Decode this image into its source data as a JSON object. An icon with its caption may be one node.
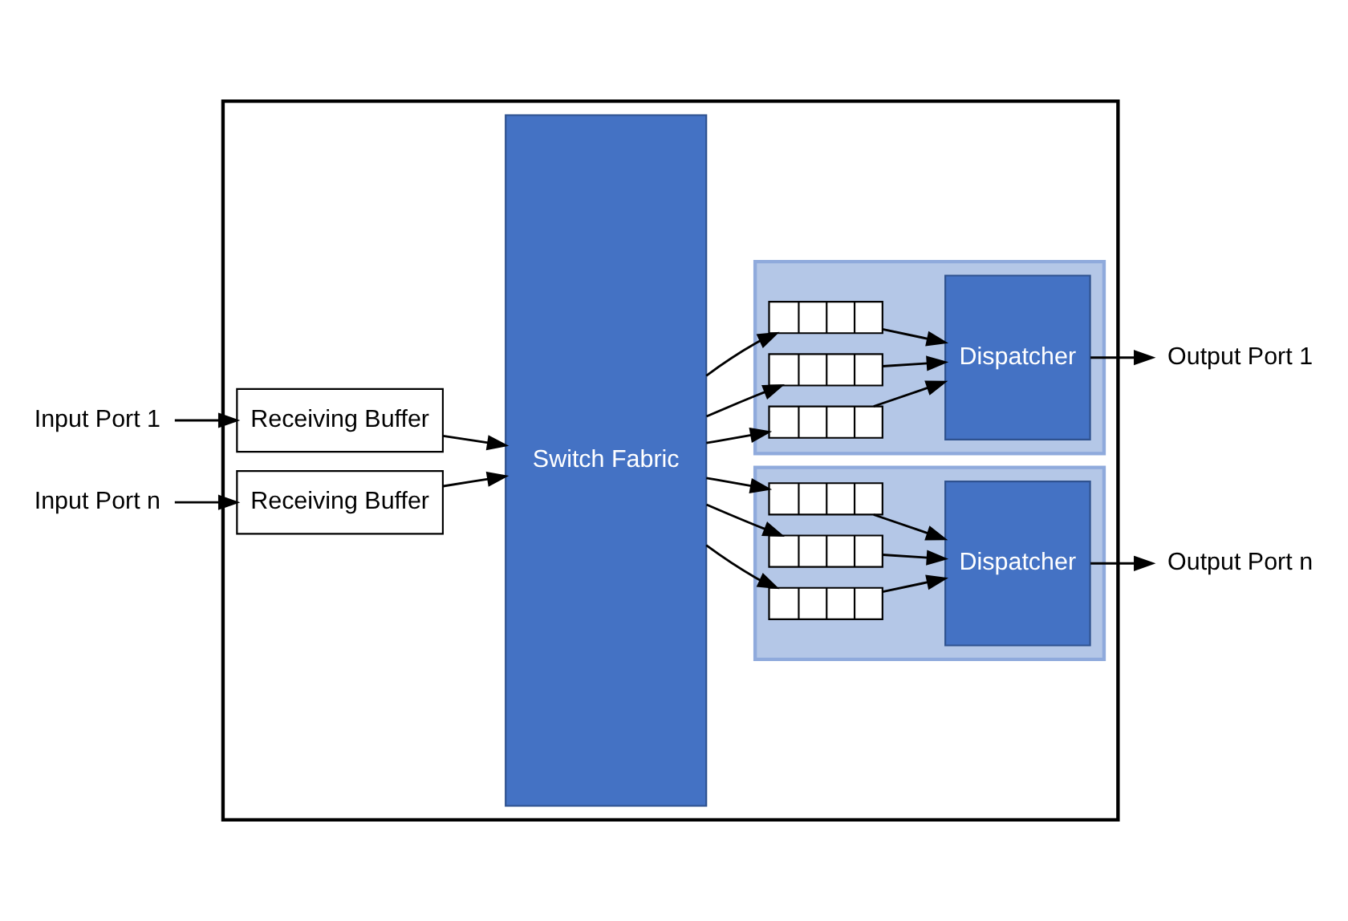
{
  "diagram": {
    "nodes": [
      {
        "text": [],
        "shape": "box"
      },
      {
        "text": [
          "Receiving Buffer"
        ],
        "in": 0
      },
      {
        "text": [
          "Receiving Buffer"
        ],
        "in": 0
      },
      {
        "text": [
          "Switch Fabric"
        ],
        "in": 0
      },
      {
        "text": [],
        "shape": "box",
        "in": 0
      },
      {
        "text": [],
        "shape": "box",
        "in": 4
      },
      {
        "text": [],
        "shape": "box",
        "in": 4
      },
      {
        "text": [],
        "shape": "box",
        "in": 4
      },
      {
        "text": [
          "Dispatcher"
        ],
        "in": 4
      },
      {
        "text": [],
        "shape": "box",
        "in": 0
      },
      {
        "text": [],
        "shape": "box",
        "in": 9
      },
      {
        "text": [],
        "shape": "box",
        "in": 9
      },
      {
        "text": [],
        "shape": "box",
        "in": 9
      },
      {
        "text": [
          "Dispatcher"
        ],
        "in": 9
      },
      {
        "text": [
          "Input Port 1"
        ]
      },
      {
        "text": [
          "Input Port n"
        ]
      },
      {
        "text": [
          "Output Port 1"
        ]
      },
      {
        "text": [
          "Output Port n"
        ]
      }
    ],
    "edges": [
      {
        "from": 14,
        "to": 1,
        "arrow": "to"
      },
      {
        "from": 15,
        "to": 2,
        "arrow": "to"
      },
      {
        "from": 1,
        "to": 3,
        "arrow": "to"
      },
      {
        "from": 2,
        "to": 3,
        "arrow": "to"
      },
      {
        "from": 3,
        "to": 5,
        "arrow": "to"
      },
      {
        "from": 3,
        "to": 6,
        "arrow": "to"
      },
      {
        "from": 3,
        "to": 7,
        "arrow": "to"
      },
      {
        "from": 5,
        "to": 8,
        "arrow": "to"
      },
      {
        "from": 6,
        "to": 8,
        "arrow": "to"
      },
      {
        "from": 7,
        "to": 8,
        "arrow": "to"
      },
      {
        "from": 8,
        "to": 16,
        "arrow": "to"
      },
      {
        "from": 3,
        "to": 10,
        "arrow": "to"
      },
      {
        "from": 3,
        "to": 11,
        "arrow": "to"
      },
      {
        "from": 3,
        "to": 12,
        "arrow": "to"
      },
      {
        "from": 10,
        "to": 13,
        "arrow": "to"
      },
      {
        "from": 11,
        "to": 13,
        "arrow": "to"
      },
      {
        "from": 12,
        "to": 13,
        "arrow": "to"
      },
      {
        "from": 13,
        "to": 17,
        "arrow": "to"
      }
    ]
  }
}
